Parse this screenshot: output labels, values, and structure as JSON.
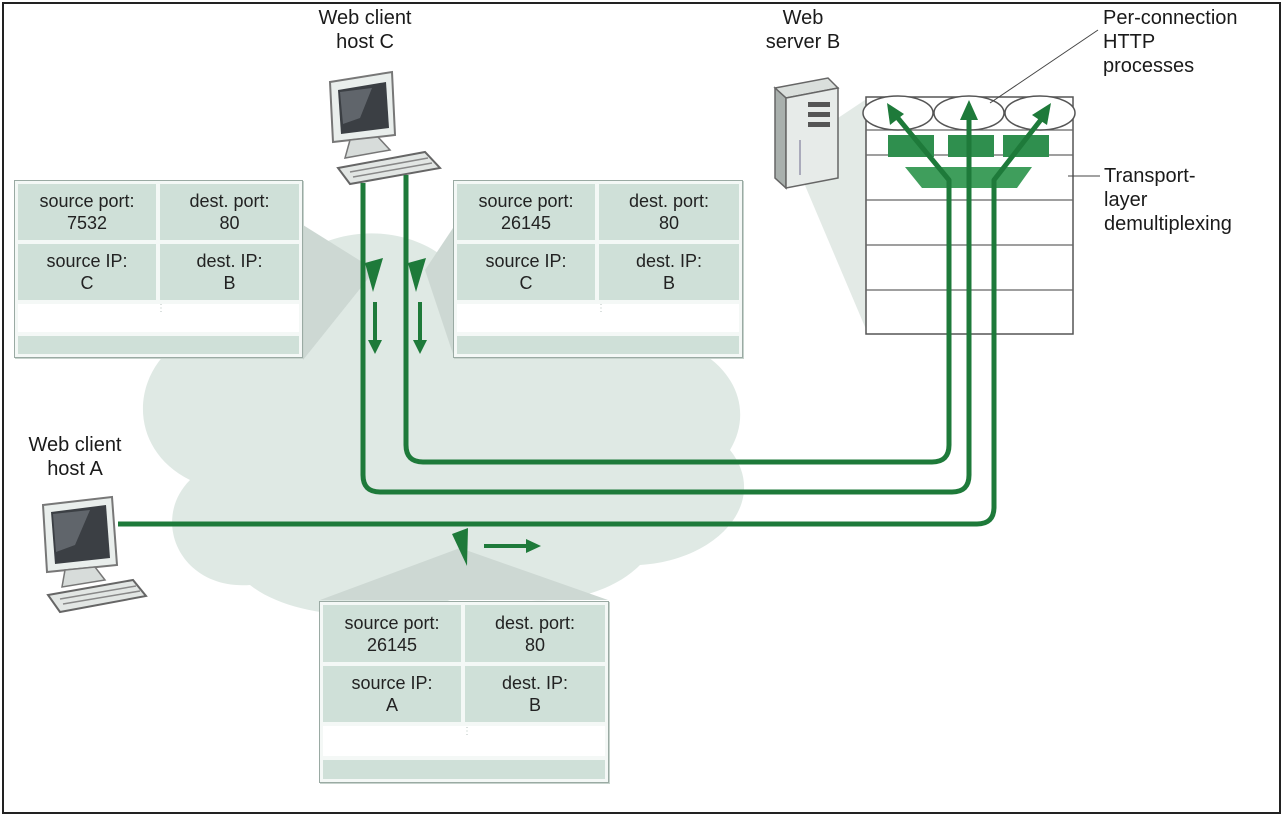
{
  "labels": {
    "client_c": [
      "Web client",
      "host C"
    ],
    "client_a": [
      "Web client",
      "host A"
    ],
    "server_b": [
      "Web",
      "server B"
    ],
    "processes": [
      "Per-connection",
      "HTTP",
      "processes"
    ],
    "demux": [
      "Transport-",
      "layer",
      "demultiplexing"
    ]
  },
  "segments": [
    {
      "id": "c1",
      "source_port_label": "source port:",
      "source_port": "7532",
      "dest_port_label": "dest. port:",
      "dest_port": "80",
      "source_ip_label": "source IP:",
      "source_ip": "C",
      "dest_ip_label": "dest. IP:",
      "dest_ip": "B",
      "ellipsis": "⋮"
    },
    {
      "id": "c2",
      "source_port_label": "source port:",
      "source_port": "26145",
      "dest_port_label": "dest. port:",
      "dest_port": "80",
      "source_ip_label": "source IP:",
      "source_ip": "C",
      "dest_ip_label": "dest. IP:",
      "dest_ip": "B",
      "ellipsis": "⋮"
    },
    {
      "id": "a",
      "source_port_label": "source port:",
      "source_port": "26145",
      "dest_port_label": "dest. port:",
      "dest_port": "80",
      "source_ip_label": "source IP:",
      "source_ip": "A",
      "dest_ip_label": "dest. IP:",
      "dest_ip": "B",
      "ellipsis": "⋮"
    }
  ],
  "colors": {
    "connection": "#1e7a3a",
    "cloud": "#dfe9e4",
    "header_cell": "#cfe0d8",
    "process_box": "#2f8f4e"
  }
}
